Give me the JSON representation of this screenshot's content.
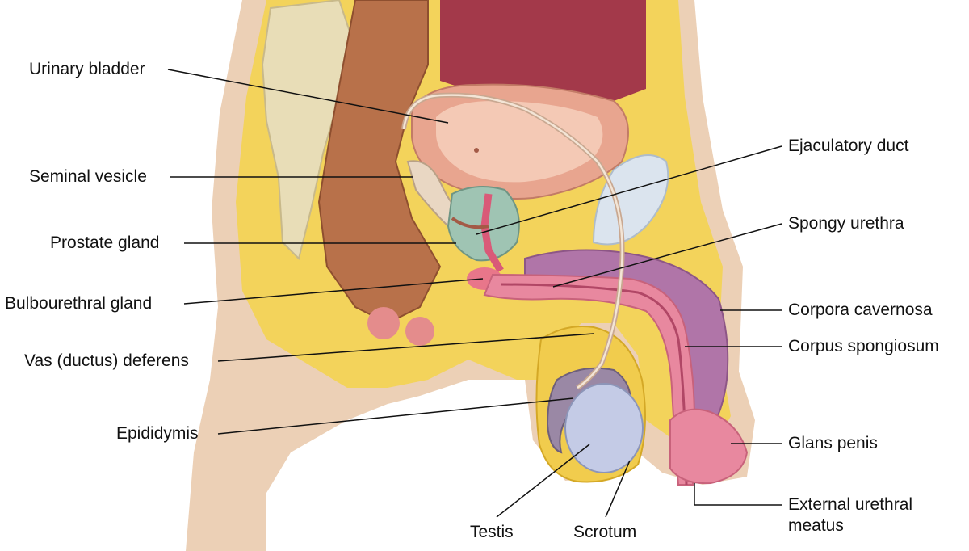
{
  "labels": {
    "urinary_bladder": "Urinary bladder",
    "seminal_vesicle": "Seminal vesicle",
    "prostate_gland": "Prostate gland",
    "bulbourethral_gland": "Bulbourethral gland",
    "vas_deferens": "Vas (ductus) deferens",
    "epididymis": "Epididymis",
    "testis": "Testis",
    "scrotum": "Scrotum",
    "ejaculatory_duct": "Ejaculatory duct",
    "spongy_urethra": "Spongy urethra",
    "corpora_cavernosa": "Corpora cavernosa",
    "corpus_spongiosum": "Corpus spongiosum",
    "glans_penis": "Glans penis",
    "external_urethral_meatus_line1": "External urethral",
    "external_urethral_meatus_line2": "meatus"
  },
  "colors": {
    "skin": "#eac8ad",
    "fat": "#f3d35b",
    "bladder_wall": "#e8a58f",
    "bladder_lumen": "#f3c7b4",
    "rectum": "#b8714a",
    "prostate": "#9fc4b3",
    "testis": "#c4cbe6",
    "epididymis": "#9a88a5",
    "cavernosa": "#b075a8",
    "spongiosum": "#e7889f",
    "bone": "#e7dcb6",
    "cartilage": "#d9e3ec",
    "intestine": "#a23a47"
  }
}
